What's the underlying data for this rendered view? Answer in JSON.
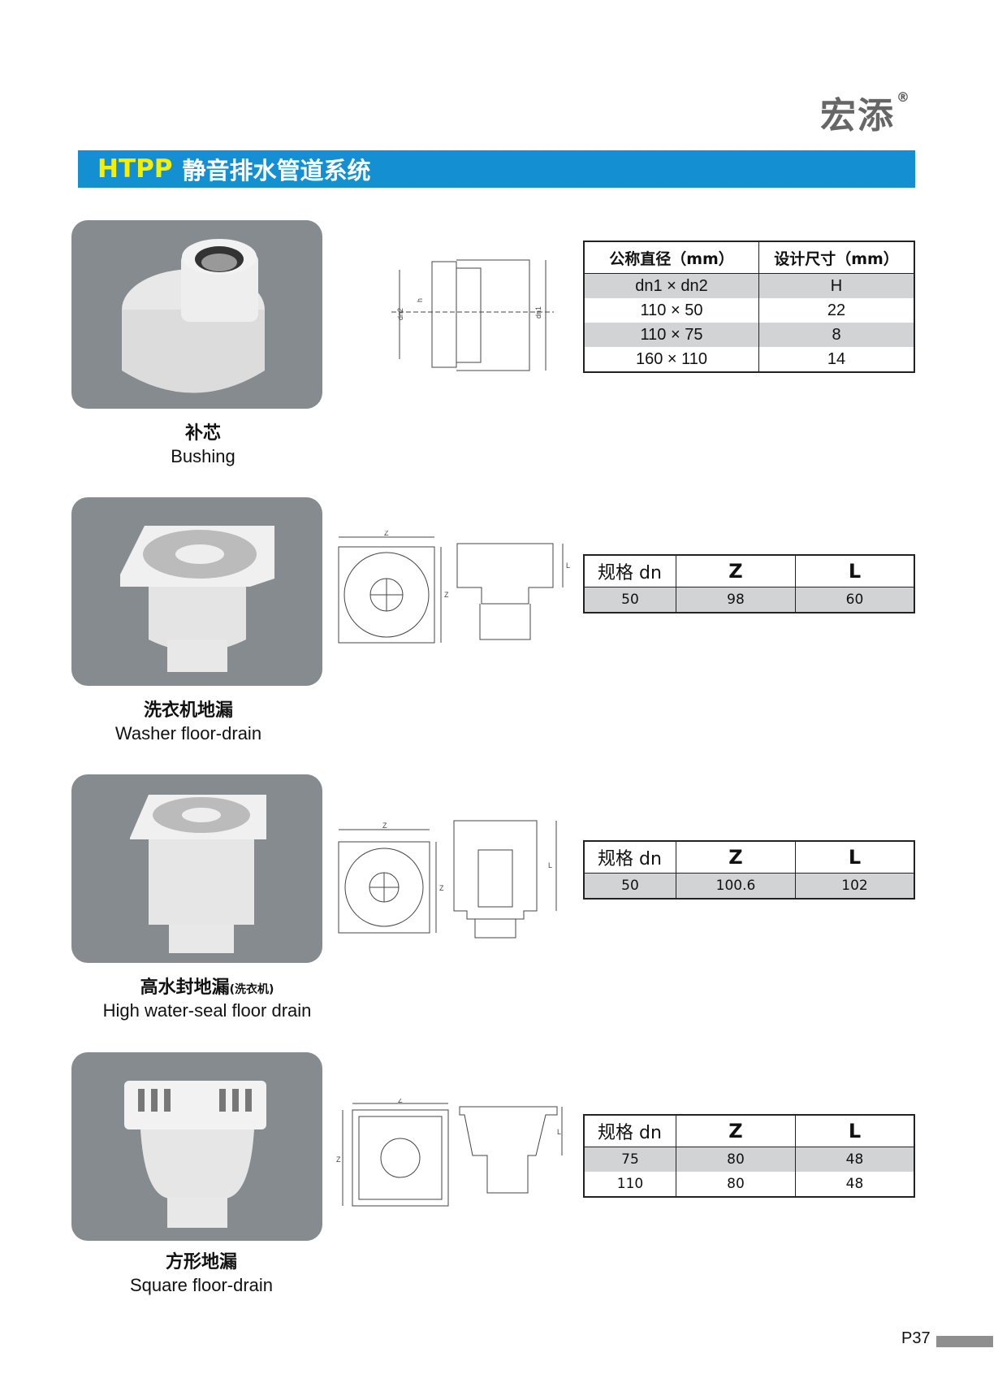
{
  "brand": {
    "name": "宏添",
    "mark": "®"
  },
  "banner": {
    "prefix": "HTPP",
    "title": "静音排水管道系统"
  },
  "products": [
    {
      "name_zh": "补芯",
      "name_en": "Bushing",
      "table": {
        "headers": [
          "公称直径（mm）",
          "设计尺寸（mm）"
        ],
        "rows": [
          [
            "dn1 × dn2",
            "H"
          ],
          [
            "110 × 50",
            "22"
          ],
          [
            "110 × 75",
            "8"
          ],
          [
            "160 × 110",
            "14"
          ]
        ]
      },
      "diagram_labels": [
        "dn2",
        "h",
        "dn1"
      ]
    },
    {
      "name_zh": "洗衣机地漏",
      "name_en": "Washer floor-drain",
      "table": {
        "headers": [
          "规格 dn",
          "Z",
          "L"
        ],
        "rows": [
          [
            "50",
            "98",
            "60"
          ]
        ]
      },
      "diagram_labels": [
        "Z",
        "Z",
        "L"
      ]
    },
    {
      "name_zh": "高水封地漏",
      "name_zh_note": "(洗衣机)",
      "name_en": "High water-seal floor drain",
      "table": {
        "headers": [
          "规格 dn",
          "Z",
          "L"
        ],
        "rows": [
          [
            "50",
            "100.6",
            "102"
          ]
        ]
      },
      "diagram_labels": [
        "Z",
        "Z",
        "L"
      ]
    },
    {
      "name_zh": "方形地漏",
      "name_en": "Square floor-drain",
      "table": {
        "headers": [
          "规格 dn",
          "Z",
          "L"
        ],
        "rows": [
          [
            "75",
            "80",
            "48"
          ],
          [
            "110",
            "80",
            "48"
          ]
        ]
      },
      "diagram_labels": [
        "Z",
        "Z",
        "L"
      ]
    }
  ],
  "page": {
    "number": "P37"
  },
  "colors": {
    "banner": "#1490d2",
    "banner_prefix": "#f6f000",
    "photo_bg": "#858b8e",
    "row_shade": "#d1d3d4"
  }
}
